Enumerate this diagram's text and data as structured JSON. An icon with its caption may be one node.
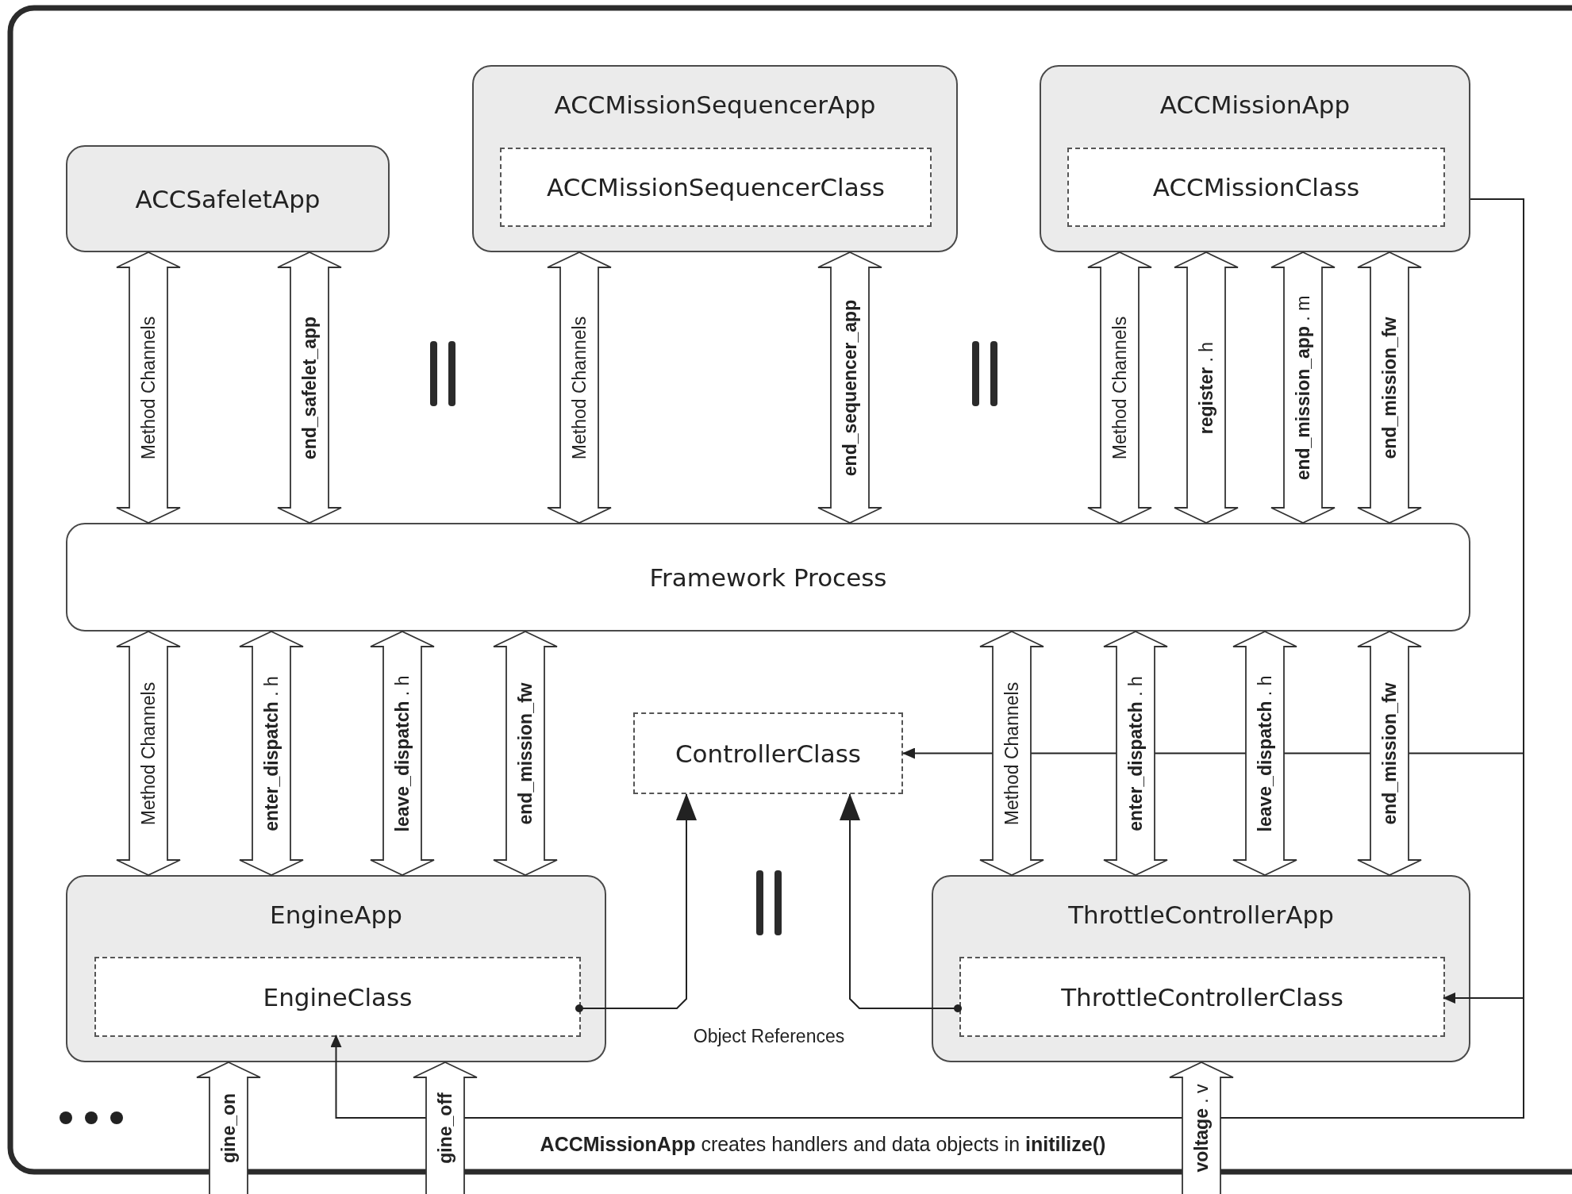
{
  "diagram": {
    "nodes": [
      {
        "text": [
          "ACCSafeletApp"
        ]
      },
      {
        "text": [
          "ACCMissionSequencerApp"
        ]
      },
      {
        "text": [
          "ACCMissionSequencerClass"
        ],
        "in": 1
      },
      {
        "text": [
          "ACCMissionApp"
        ]
      },
      {
        "text": [
          "ACCMissionClass"
        ],
        "in": 3
      },
      {
        "text": [
          "Framework Process"
        ]
      },
      {
        "text": [
          "ControllerClass"
        ]
      },
      {
        "text": [
          "EngineApp"
        ]
      },
      {
        "text": [
          "EngineClass"
        ],
        "in": 7
      },
      {
        "text": [
          "ThrottleControllerApp"
        ]
      },
      {
        "text": [
          "ThrottleControllerClass"
        ],
        "in": 9
      }
    ],
    "edges": [
      {
        "from": 0,
        "to": 5,
        "arrow": "both",
        "label": "Method Channels"
      },
      {
        "from": 0,
        "to": 5,
        "arrow": "both",
        "label": "end_safelet_app"
      },
      {
        "from": 1,
        "to": 5,
        "arrow": "both",
        "label": "Method Channels"
      },
      {
        "from": 1,
        "to": 5,
        "arrow": "both",
        "label": "end_sequencer_app"
      },
      {
        "from": 3,
        "to": 5,
        "arrow": "both",
        "label": "Method Channels"
      },
      {
        "from": 3,
        "to": 5,
        "arrow": "both",
        "label": "**register** . h"
      },
      {
        "from": 3,
        "to": 5,
        "arrow": "both",
        "label": "**end_mission_app** . m"
      },
      {
        "from": 3,
        "to": 5,
        "arrow": "both",
        "label": "end_mission_fw"
      },
      {
        "from": 5,
        "to": 7,
        "arrow": "both",
        "label": "Method Channels"
      },
      {
        "from": 5,
        "to": 7,
        "arrow": "both",
        "label": "**enter_dispatch** . h"
      },
      {
        "from": 5,
        "to": 7,
        "arrow": "both",
        "label": "**leave_dispatch** . h"
      },
      {
        "from": 5,
        "to": 7,
        "arrow": "both",
        "label": "end_mission_fw"
      },
      {
        "from": 5,
        "to": 9,
        "arrow": "both",
        "label": "Method Channels"
      },
      {
        "from": 5,
        "to": 9,
        "arrow": "both",
        "label": "**enter_dispatch** . h"
      },
      {
        "from": 5,
        "to": 9,
        "arrow": "both",
        "label": "**leave_dispatch** . h"
      },
      {
        "from": 5,
        "to": 9,
        "arrow": "both",
        "label": "end_mission_fw"
      },
      {
        "from": 8,
        "to": 6,
        "arrow": "to"
      },
      {
        "from": 10,
        "to": 6,
        "arrow": "to"
      },
      {
        "from": 3,
        "to": 6,
        "arrow": "to"
      },
      {
        "from": 3,
        "to": 10,
        "arrow": "to"
      },
      {
        "from": 3,
        "to": 8,
        "arrow": "to"
      },
      {
        "from": null,
        "to": 7,
        "arrow": "to",
        "label": "gine_on"
      },
      {
        "from": null,
        "to": 7,
        "arrow": "to",
        "label": "gine_off"
      },
      {
        "from": null,
        "to": 9,
        "arrow": "to",
        "label": "**voltage** . v"
      }
    ],
    "labels": [
      "Object References",
      "**ACCMissionApp** creates handlers and data objects in **initilize()**"
    ]
  }
}
